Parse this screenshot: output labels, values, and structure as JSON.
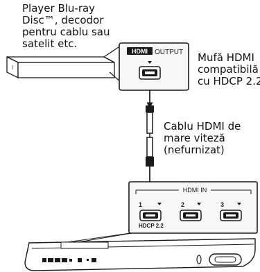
{
  "labels": {
    "player": [
      "Player Blu-ray",
      "Disc™, decodor",
      "pentru cablu sau",
      "satelit etc."
    ],
    "port_note": [
      "Mufă HDMI",
      "compatibilă",
      "cu HDCP 2.2"
    ],
    "cable_note": [
      "Cablu HDMI de",
      "mare viteză",
      "(nefurnizat)"
    ]
  },
  "player_panel": {
    "logo": "HDMI",
    "port_label": "OUTPUT"
  },
  "hdmi_in": {
    "title": "HDMI IN",
    "ports": [
      {
        "number": "1",
        "sublabel": "HDCP 2.2"
      },
      {
        "number": "2",
        "sublabel": ""
      },
      {
        "number": "3",
        "sublabel": ""
      }
    ]
  },
  "colors": {
    "line": "#1a1a1a",
    "gray": "#777777",
    "panel_fill": "#f7f7f7"
  }
}
